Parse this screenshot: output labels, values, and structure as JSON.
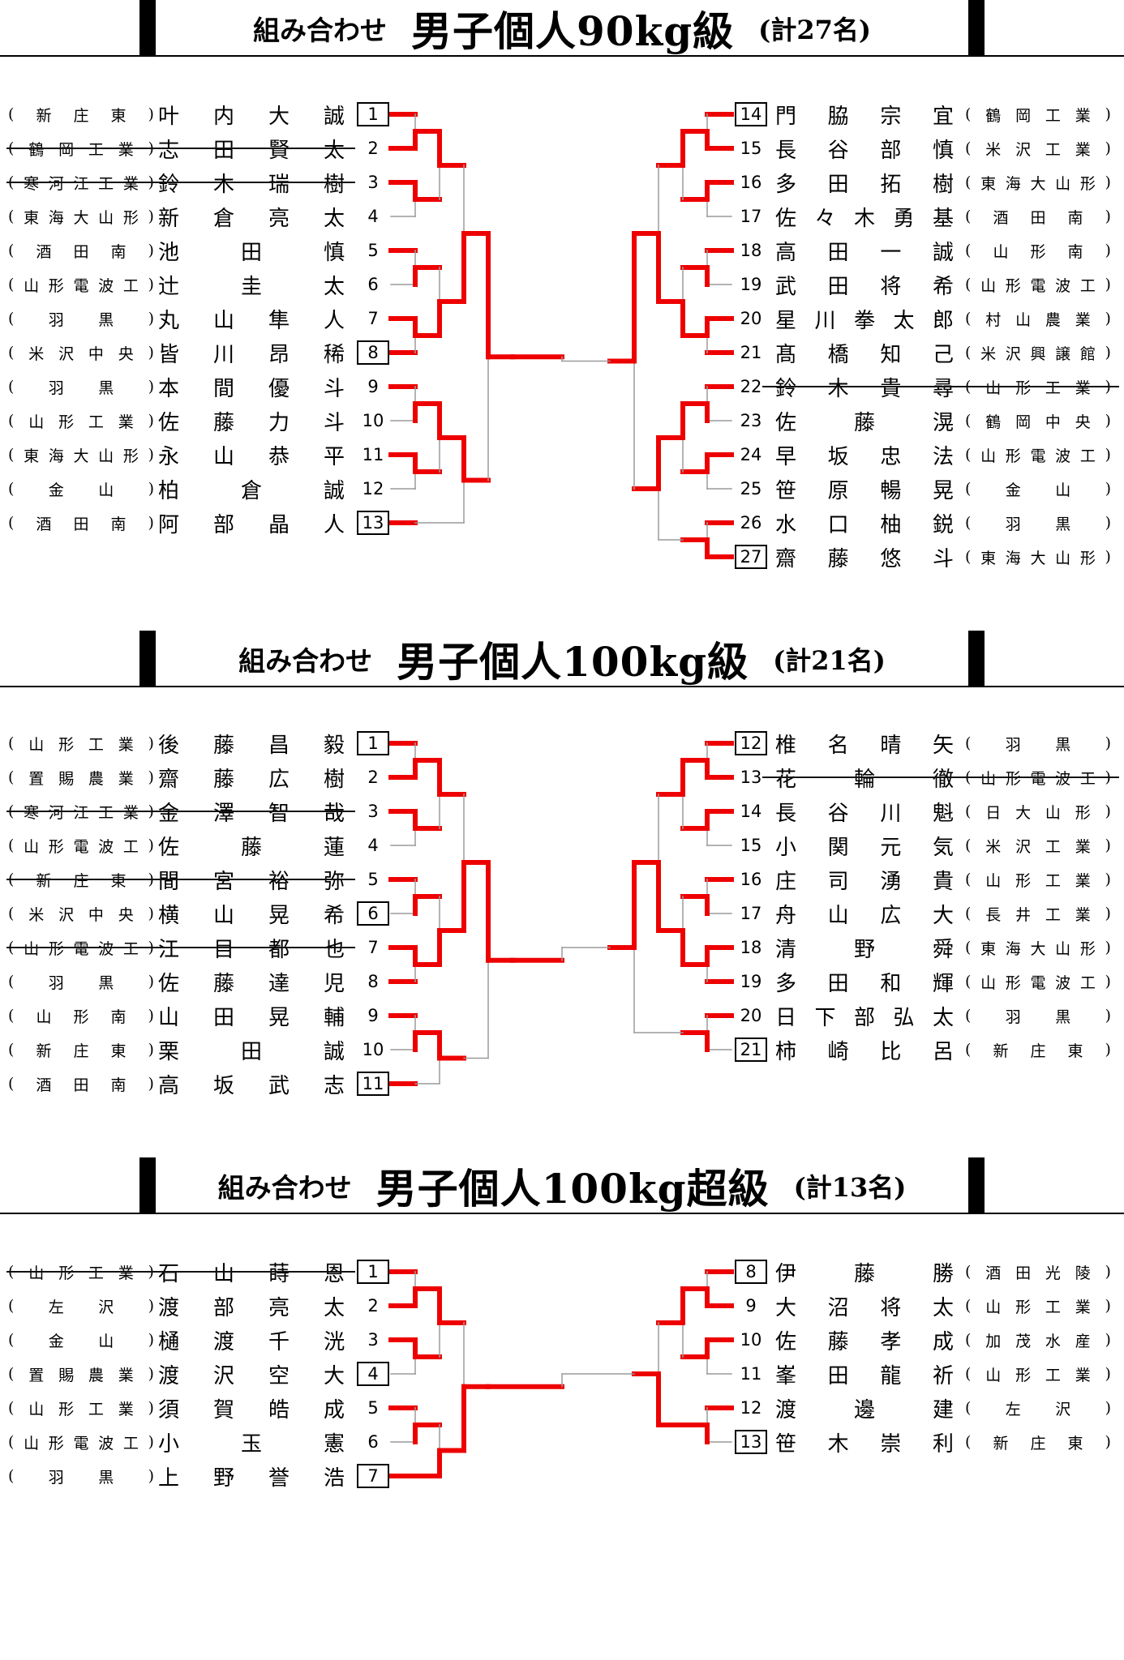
{
  "tournaments": [
    {
      "label_prefix": "組み合わせ",
      "title": "男子個人90kg級",
      "count": "(計27名)",
      "left": [
        {
          "no": "1",
          "school": "新庄東",
          "name": "叶内大誠",
          "seed": true
        },
        {
          "no": "2",
          "school": "鶴岡工業",
          "name": "志田賢太",
          "withdrawn": true
        },
        {
          "no": "3",
          "school": "寒河江工業",
          "name": "鈴木瑞樹",
          "withdrawn": true
        },
        {
          "no": "4",
          "school": "東海大山形",
          "name": "新倉亮太"
        },
        {
          "no": "5",
          "school": "酒田南",
          "name": "池田慎"
        },
        {
          "no": "6",
          "school": "山形電波工",
          "name": "辻圭太"
        },
        {
          "no": "7",
          "school": "羽黒",
          "name": "丸山隼人"
        },
        {
          "no": "8",
          "school": "米沢中央",
          "name": "皆川昂稀",
          "seed": true
        },
        {
          "no": "9",
          "school": "羽黒",
          "name": "本間優斗"
        },
        {
          "no": "10",
          "school": "山形工業",
          "name": "佐藤力斗"
        },
        {
          "no": "11",
          "school": "東海大山形",
          "name": "永山恭平"
        },
        {
          "no": "12",
          "school": "金山",
          "name": "柏倉誠"
        },
        {
          "no": "13",
          "school": "酒田南",
          "name": "阿部晶人",
          "seed": true
        }
      ],
      "right": [
        {
          "no": "14",
          "school": "鶴岡工業",
          "name": "門脇宗宜",
          "seed": true
        },
        {
          "no": "15",
          "school": "米沢工業",
          "name": "長谷部慎"
        },
        {
          "no": "16",
          "school": "東海大山形",
          "name": "多田拓樹"
        },
        {
          "no": "17",
          "school": "酒田南",
          "name": "佐々木勇基"
        },
        {
          "no": "18",
          "school": "山形南",
          "name": "高田一誠"
        },
        {
          "no": "19",
          "school": "山形電波工",
          "name": "武田将希"
        },
        {
          "no": "20",
          "school": "村山農業",
          "name": "星川拳太郎"
        },
        {
          "no": "21",
          "school": "米沢興譲館",
          "name": "髙橋知己"
        },
        {
          "no": "22",
          "school": "山形工業",
          "name": "鈴木貴尋",
          "withdrawn": true
        },
        {
          "no": "23",
          "school": "鶴岡中央",
          "name": "佐藤滉"
        },
        {
          "no": "24",
          "school": "山形電波工",
          "name": "早坂忠法"
        },
        {
          "no": "25",
          "school": "金山",
          "name": "笹原暢晃"
        },
        {
          "no": "26",
          "school": "羽黒",
          "name": "水口柚鋭"
        },
        {
          "no": "27",
          "school": "東海大山形",
          "name": "齋藤悠斗",
          "seed": true
        }
      ]
    },
    {
      "label_prefix": "組み合わせ",
      "title": "男子個人100kg級",
      "count": "(計21名)",
      "left": [
        {
          "no": "1",
          "school": "山形工業",
          "name": "後藤昌毅",
          "seed": true
        },
        {
          "no": "2",
          "school": "置賜農業",
          "name": "齋藤広樹"
        },
        {
          "no": "3",
          "school": "寒河江工業",
          "name": "金澤智哉",
          "withdrawn": true
        },
        {
          "no": "4",
          "school": "山形電波工",
          "name": "佐藤蓮"
        },
        {
          "no": "5",
          "school": "新庄東",
          "name": "間宮裕弥",
          "withdrawn": true
        },
        {
          "no": "6",
          "school": "米沢中央",
          "name": "横山晃希",
          "seed": true
        },
        {
          "no": "7",
          "school": "山形電波工",
          "name": "江目都也",
          "withdrawn": true
        },
        {
          "no": "8",
          "school": "羽黒",
          "name": "佐藤達児"
        },
        {
          "no": "9",
          "school": "山形南",
          "name": "山田晃輔"
        },
        {
          "no": "10",
          "school": "新庄東",
          "name": "栗田誠"
        },
        {
          "no": "11",
          "school": "酒田南",
          "name": "高坂武志",
          "seed": true
        }
      ],
      "right": [
        {
          "no": "12",
          "school": "羽黒",
          "name": "椎名晴矢",
          "seed": true
        },
        {
          "no": "13",
          "school": "山形電波工",
          "name": "花輪徹",
          "withdrawn": true
        },
        {
          "no": "14",
          "school": "日大山形",
          "name": "長谷川魁"
        },
        {
          "no": "15",
          "school": "米沢工業",
          "name": "小関元気"
        },
        {
          "no": "16",
          "school": "山形工業",
          "name": "庄司湧貴"
        },
        {
          "no": "17",
          "school": "長井工業",
          "name": "舟山広大"
        },
        {
          "no": "18",
          "school": "東海大山形",
          "name": "清野舜"
        },
        {
          "no": "19",
          "school": "山形電波工",
          "name": "多田和輝"
        },
        {
          "no": "20",
          "school": "羽黒",
          "name": "日下部弘太"
        },
        {
          "no": "21",
          "school": "新庄東",
          "name": "柿崎比呂",
          "seed": true
        }
      ]
    },
    {
      "label_prefix": "組み合わせ",
      "title": "男子個人100kg超級",
      "count": "(計13名)",
      "left": [
        {
          "no": "1",
          "school": "山形工業",
          "name": "石山蒔恩",
          "seed": true,
          "withdrawn": true
        },
        {
          "no": "2",
          "school": "左沢",
          "name": "渡部亮太"
        },
        {
          "no": "3",
          "school": "金山",
          "name": "樋渡千洸"
        },
        {
          "no": "4",
          "school": "置賜農業",
          "name": "渡沢空大",
          "seed": true
        },
        {
          "no": "5",
          "school": "山形工業",
          "name": "須賀皓成"
        },
        {
          "no": "6",
          "school": "山形電波工",
          "name": "小玉憲"
        },
        {
          "no": "7",
          "school": "羽黒",
          "name": "上野誉浩",
          "seed": true
        }
      ],
      "right": [
        {
          "no": "8",
          "school": "酒田光陵",
          "name": "伊藤勝",
          "seed": true
        },
        {
          "no": "9",
          "school": "山形工業",
          "name": "大沼将太"
        },
        {
          "no": "10",
          "school": "加茂水産",
          "name": "佐藤孝成"
        },
        {
          "no": "11",
          "school": "山形工業",
          "name": "峯田龍祈"
        },
        {
          "no": "12",
          "school": "左沢",
          "name": "渡邊建"
        },
        {
          "no": "13",
          "school": "新庄東",
          "name": "笹木崇利",
          "seed": true
        }
      ]
    }
  ],
  "colors": {
    "winner_line": "#ee0000",
    "loser_line": "#9a9a9a",
    "text": "#000000"
  }
}
